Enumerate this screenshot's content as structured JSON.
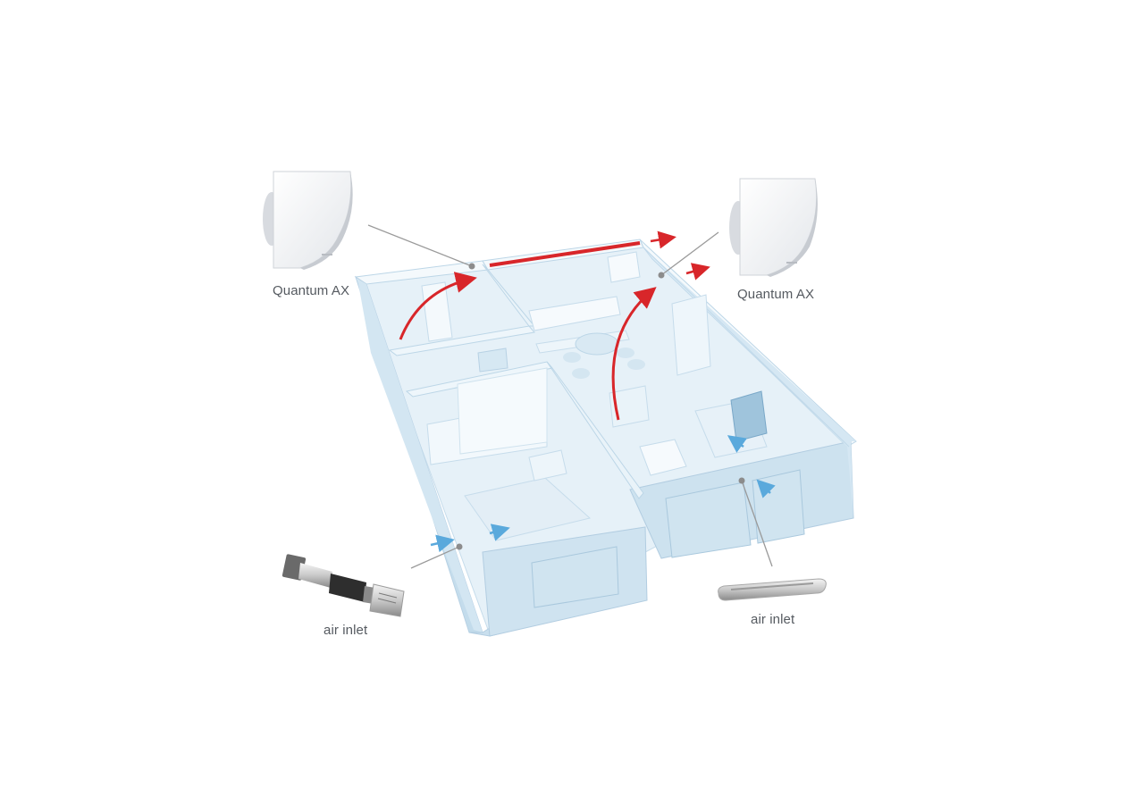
{
  "labels": {
    "fan_left": "Quantum AX",
    "fan_right": "Quantum AX",
    "inlet_left": "air inlet",
    "inlet_right": "air inlet"
  },
  "colors": {
    "background": "#ffffff",
    "wall": "#cfe3f0",
    "floor": "#e4f0f7",
    "exhaust_arrow": "#d8262a",
    "supply_arrow": "#5aa9dc",
    "leader_line": "#9a9a9a"
  },
  "icons": {
    "fan": "extractor-fan-icon",
    "wall_inlet": "wall-air-inlet-icon",
    "window_inlet": "window-trickle-vent-icon"
  }
}
